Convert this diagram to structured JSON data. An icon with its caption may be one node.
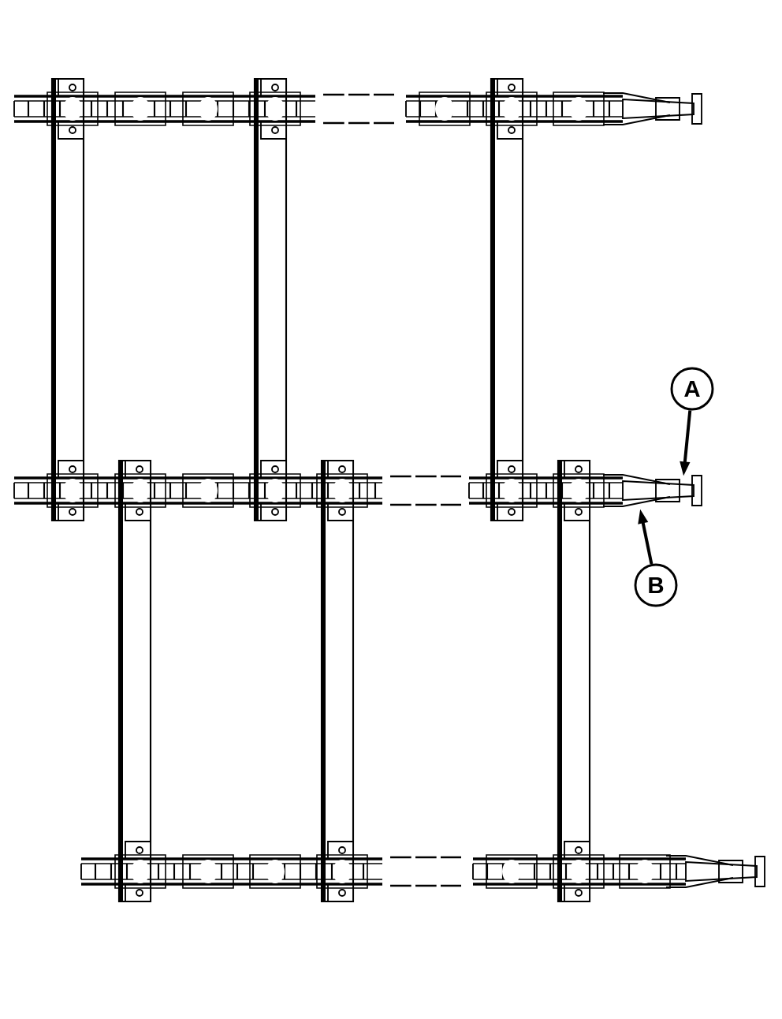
{
  "diagram": {
    "nodes": [
      {
        "text": [
          "A"
        ]
      },
      {
        "text": [
          "B"
        ]
      }
    ],
    "edges": [
      {
        "from": 0,
        "to": null,
        "arrow": "to"
      },
      {
        "from": 1,
        "to": null,
        "arrow": "to"
      }
    ]
  }
}
